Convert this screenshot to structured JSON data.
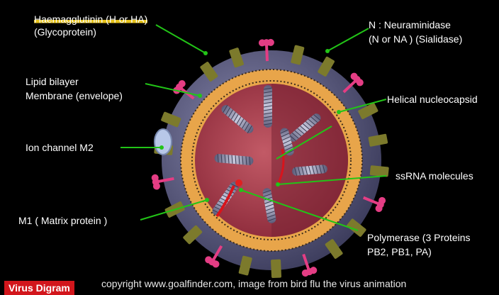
{
  "labels": {
    "haemagglutinin_line1": "Haemagglutinin (H or HA)",
    "haemagglutinin_line2": "(Glycoprotein)",
    "neuraminidase_line1": "N : Neuraminidase",
    "neuraminidase_line2": "(N or NA ) (Sialidase)",
    "lipid_line1": "Lipid bilayer",
    "lipid_line2": "Membrane (envelope)",
    "helical": "Helical nucleocapsid",
    "ion_channel": "Ion channel M2",
    "ssrna": "ssRNA molecules",
    "m1": "M1 ( Matrix protein )",
    "polymerase_line1": "Polymerase (3 Proteins",
    "polymerase_line2": "PB2, PB1, PA)"
  },
  "footer": {
    "tag": "Virus Digram",
    "copyright": "copyright www.goalfinder.com, image from bird flu the virus animation"
  },
  "colors": {
    "leader_line": "#22c417",
    "envelope": "#e8a54a",
    "outer_shell": "#5a5a82",
    "core": "#a83a4a",
    "ha_spike": "#7c7a2c",
    "na_spike": "#e43d84"
  }
}
